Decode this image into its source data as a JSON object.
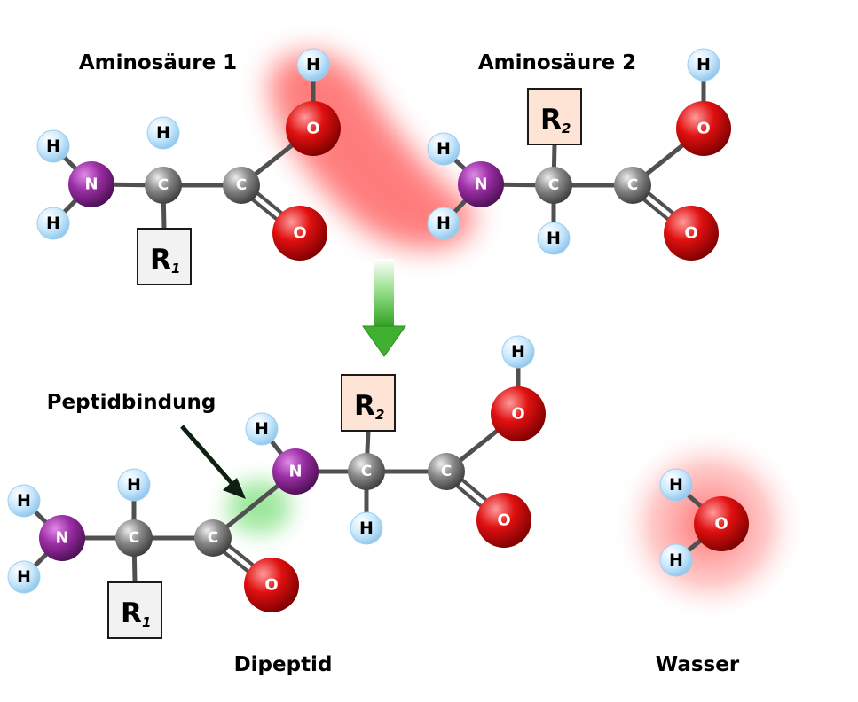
{
  "labels": {
    "aminoacid1": "Aminosäure 1",
    "aminoacid2": "Aminosäure 2",
    "peptide_bond": "Peptidbindung",
    "dipeptide": "Dipeptid",
    "water": "Wasser"
  },
  "atoms": {
    "hydrogen": "H",
    "nitrogen": "N",
    "carbon": "C",
    "oxygen": "O"
  },
  "residues": {
    "r": "R",
    "sub1": "1",
    "sub2": "2"
  },
  "colors": {
    "hydrogen": "#bfe3fb",
    "nitrogen": "#8e2a96",
    "carbon": "#8a8a8a",
    "oxygen": "#e01010",
    "residue1_fill": "#f2f2f2",
    "residue2_fill": "#fde4d4",
    "bond": "#505050",
    "arrow": "#3fb030",
    "removed_glow": "#ff6666",
    "bond_glow": "#7ee07e"
  }
}
